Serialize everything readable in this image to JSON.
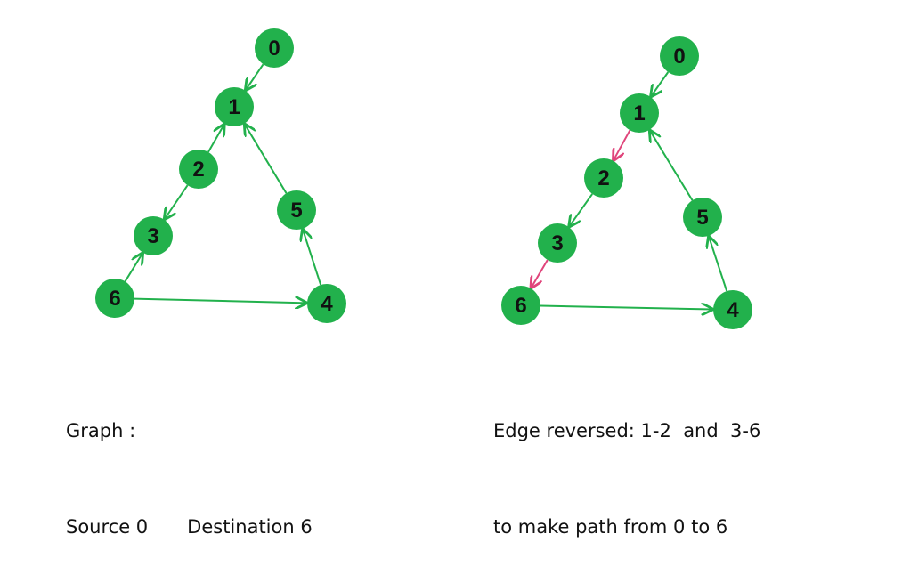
{
  "colors": {
    "node_fill": "#22b14c",
    "edge": "#22b14c",
    "reversed_edge": "#e0457b",
    "label": "#111111"
  },
  "graphs": [
    {
      "id": "left",
      "nodes": [
        {
          "id": "0",
          "label": "0"
        },
        {
          "id": "1",
          "label": "1"
        },
        {
          "id": "2",
          "label": "2"
        },
        {
          "id": "3",
          "label": "3"
        },
        {
          "id": "4",
          "label": "4"
        },
        {
          "id": "5",
          "label": "5"
        },
        {
          "id": "6",
          "label": "6"
        }
      ],
      "edges": [
        {
          "from": "0",
          "to": "1",
          "reversed": false
        },
        {
          "from": "2",
          "to": "1",
          "reversed": false
        },
        {
          "from": "2",
          "to": "3",
          "reversed": false
        },
        {
          "from": "6",
          "to": "3",
          "reversed": false
        },
        {
          "from": "6",
          "to": "4",
          "reversed": false
        },
        {
          "from": "4",
          "to": "5",
          "reversed": false
        },
        {
          "from": "5",
          "to": "1",
          "reversed": false
        }
      ]
    },
    {
      "id": "right",
      "nodes": [
        {
          "id": "0",
          "label": "0"
        },
        {
          "id": "1",
          "label": "1"
        },
        {
          "id": "2",
          "label": "2"
        },
        {
          "id": "3",
          "label": "3"
        },
        {
          "id": "4",
          "label": "4"
        },
        {
          "id": "5",
          "label": "5"
        },
        {
          "id": "6",
          "label": "6"
        }
      ],
      "edges": [
        {
          "from": "0",
          "to": "1",
          "reversed": false
        },
        {
          "from": "1",
          "to": "2",
          "reversed": true
        },
        {
          "from": "2",
          "to": "3",
          "reversed": false
        },
        {
          "from": "3",
          "to": "6",
          "reversed": true
        },
        {
          "from": "6",
          "to": "4",
          "reversed": false
        },
        {
          "from": "4",
          "to": "5",
          "reversed": false
        },
        {
          "from": "5",
          "to": "1",
          "reversed": false
        }
      ]
    }
  ],
  "captions": {
    "left": {
      "line1": "Graph :",
      "source": "Source 0",
      "destination": "Destination 6"
    },
    "right": {
      "line1": "Edge reversed: 1-2  and  3-6",
      "line2": "to make path from 0 to 6"
    }
  }
}
